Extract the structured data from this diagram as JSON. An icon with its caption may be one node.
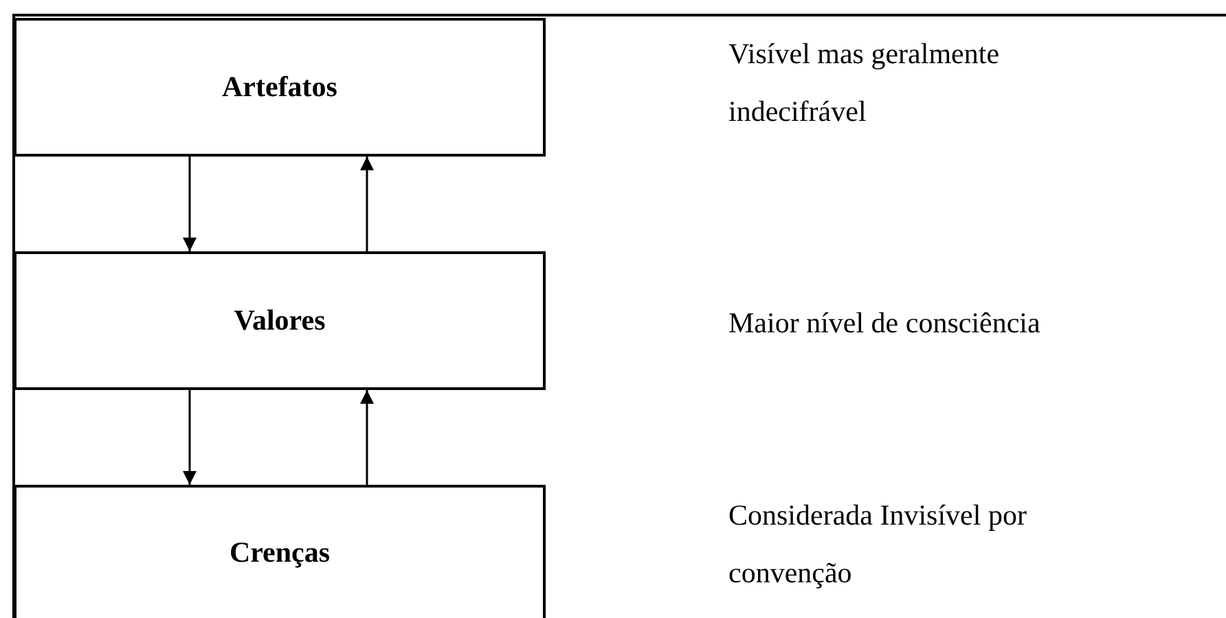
{
  "diagram": {
    "nodes": [
      {
        "text": [
          "Artefatos"
        ]
      },
      {
        "text": [
          "Valores"
        ]
      },
      {
        "text": [
          "Crenças"
        ]
      }
    ],
    "edges": [
      {
        "from": 0,
        "to": 1,
        "arrow": "to"
      },
      {
        "from": 1,
        "to": 0,
        "arrow": "to"
      },
      {
        "from": 1,
        "to": 2,
        "arrow": "to"
      },
      {
        "from": 2,
        "to": 1,
        "arrow": "to"
      }
    ],
    "labels": [
      "Visível mas geralmente indecifrável",
      "Maior nível de consciência",
      "Considerada Invisível por convenção"
    ]
  }
}
